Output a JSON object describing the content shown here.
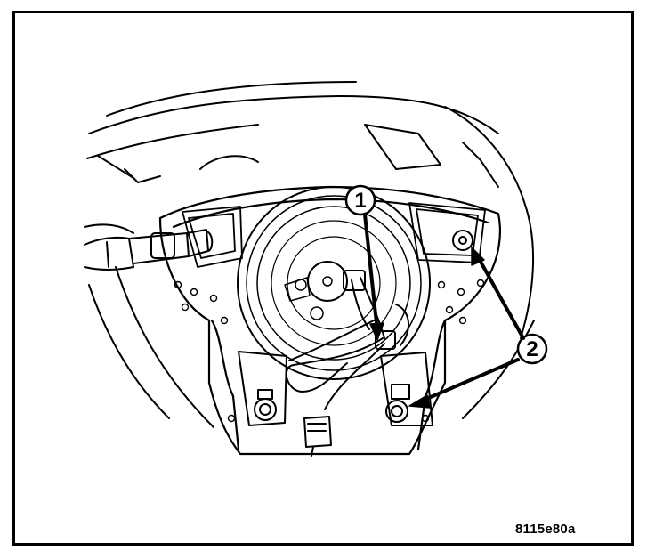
{
  "figure_id": "8115e80a",
  "callouts": [
    {
      "label": "1"
    },
    {
      "label": "2"
    }
  ]
}
